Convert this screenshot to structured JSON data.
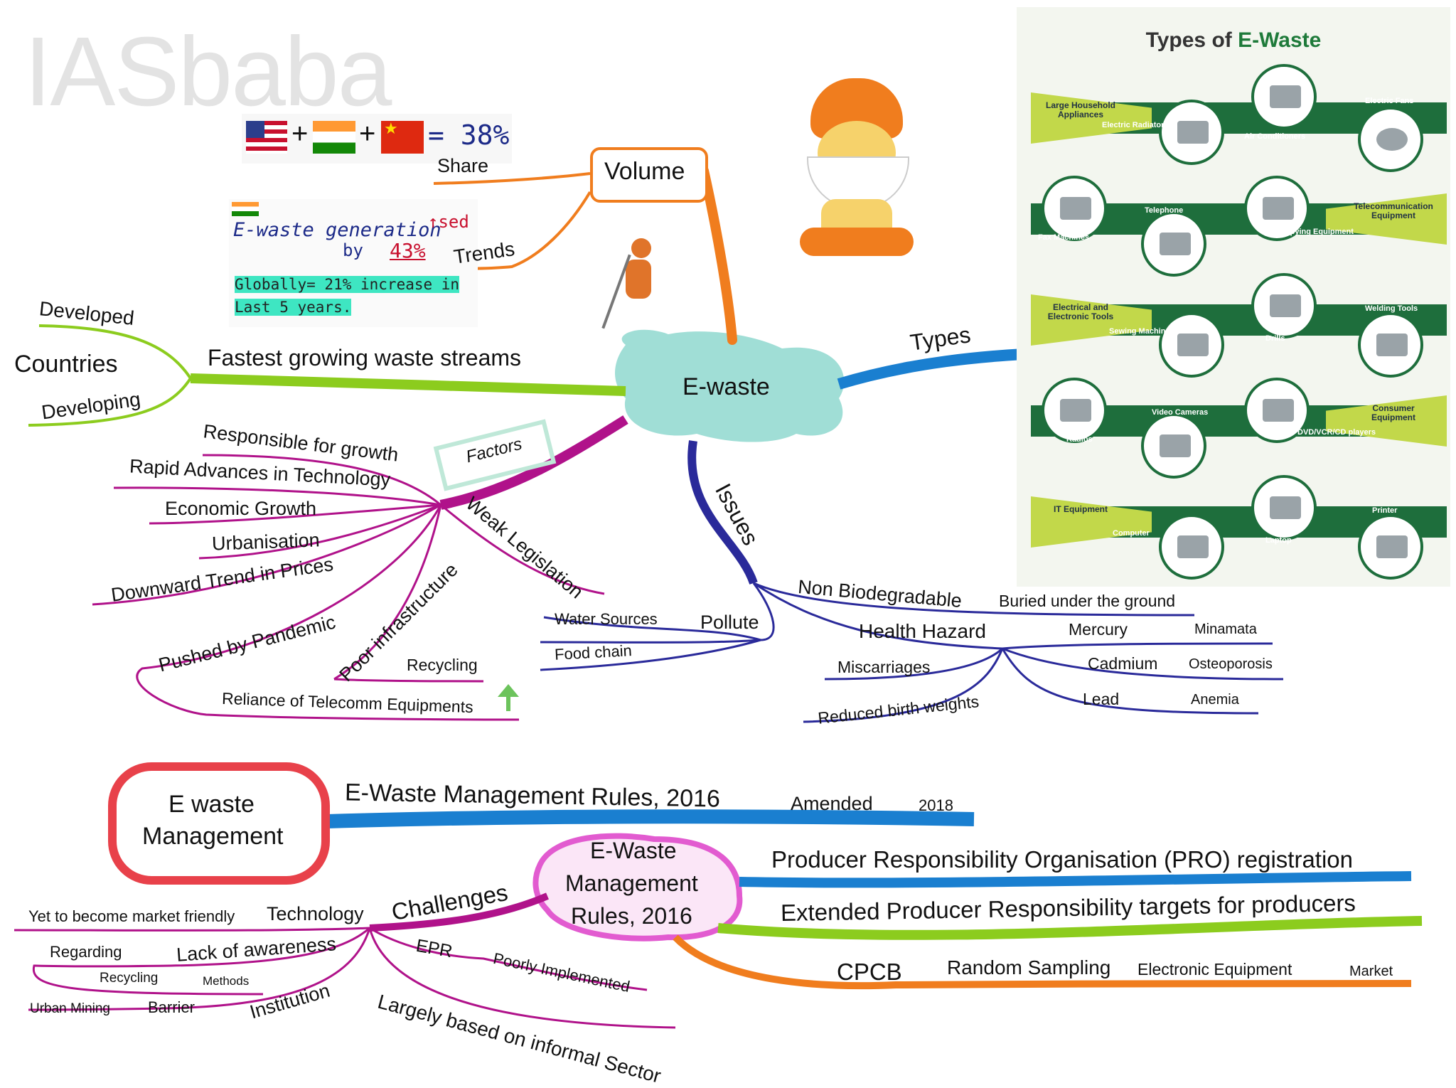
{
  "watermark": "IASbaba",
  "center": "E-waste",
  "volume": {
    "title": "Volume",
    "share_label": "Share",
    "trends_label": "Trends",
    "share_equation": "= 38%",
    "note_title": "E-waste generation",
    "note_increase": "↑sed",
    "note_by": "by",
    "note_percent": "43%",
    "globally_line1": "Globally= 21% increase in",
    "globally_line2": "Last 5 years."
  },
  "countries": {
    "title": "Countries",
    "developed": "Developed",
    "developing": "Developing",
    "branch": "Fastest growing waste streams"
  },
  "types": {
    "branch": "Types"
  },
  "factors": {
    "tag": "Factors",
    "items": [
      "Responsible for growth",
      "Rapid Advances in Technology",
      "Economic Growth",
      "Urbanisation",
      "Downward Trend in Prices",
      "Pushed by Pandemic",
      "Reliance of Telecomm Equipments"
    ],
    "weak_legislation": "Weak Legislation",
    "poor_infrastructure": "Poor infrastructure",
    "recycling": "Recycling"
  },
  "issues": {
    "branch": "Issues",
    "non_biodegradable": "Non Biodegradable",
    "buried": "Buried under the ground",
    "health_hazard": "Health Hazard",
    "pollute": "Pollute",
    "water_sources": "Water Sources",
    "food_chain": "Food chain",
    "miscarriages": "Miscarriages",
    "reduced_birth": "Reduced birth weights",
    "mercury": "Mercury",
    "minamata": "Minamata",
    "cadmium": "Cadmium",
    "osteoporosis": "Osteoporosis",
    "lead": "Lead",
    "anemia": "Anemia"
  },
  "management": {
    "title_line1": "E waste",
    "title_line2": "Management",
    "rules_branch": "E-Waste Management Rules, 2016",
    "amended": "Amended",
    "amended_year": "2018",
    "rules_center_1": "E-Waste",
    "rules_center_2": "Management",
    "rules_center_3": "Rules, 2016",
    "pro": "Producer Responsibility Organisation (PRO) registration",
    "epr_targets": "Extended Producer Responsibility targets for producers",
    "cpcb": "CPCB",
    "random_sampling": "Random Sampling",
    "electronic_equipment": "Electronic Equipment",
    "market": "Market",
    "challenges": "Challenges",
    "technology": "Technology",
    "market_friendly": "Yet to become market friendly",
    "lack_awareness": "Lack of awareness",
    "regarding": "Regarding",
    "recycling": "Recycling",
    "methods": "Methods",
    "institution": "Institution",
    "barrier": "Barrier",
    "urban_mining": "Urban Mining",
    "epr": "EPR",
    "poorly_implemented": "Poorly Implemented",
    "informal": "Largely based on informal Sector"
  },
  "types_panel": {
    "title_prefix": "Types of ",
    "title_accent": "E-Waste",
    "rows": [
      {
        "category": "Large Household Appliances",
        "side": "left",
        "items": [
          "Electric Radiators",
          "Air Conditioners",
          "Electric Fans"
        ]
      },
      {
        "category": "Telecommunication Equipment",
        "side": "right",
        "items": [
          "Fax Machines",
          "Telephone",
          "Copying Equipment"
        ]
      },
      {
        "category": "Electrical and Electronic Tools",
        "side": "left",
        "items": [
          "Sewing Machines",
          "Drills",
          "Welding Tools"
        ]
      },
      {
        "category": "Consumer Equipment",
        "side": "right",
        "items": [
          "Radios",
          "Video Cameras",
          "DVD/VCR/CD players"
        ]
      },
      {
        "category": "IT Equipment",
        "side": "left",
        "items": [
          "Computer",
          "Laptop",
          "Printer"
        ]
      }
    ]
  },
  "colors": {
    "volume": "#f07d1e",
    "countries": "#8ccc1e",
    "types": "#1a7fd0",
    "factors": "#b0128a",
    "issues": "#2a2a9a",
    "center_blob": "#8fd8cf",
    "management_box": "#e8414a",
    "rules_blob": "#e25bd0",
    "panel_green": "#1e6e3c",
    "panel_lime": "#c2d84a"
  }
}
